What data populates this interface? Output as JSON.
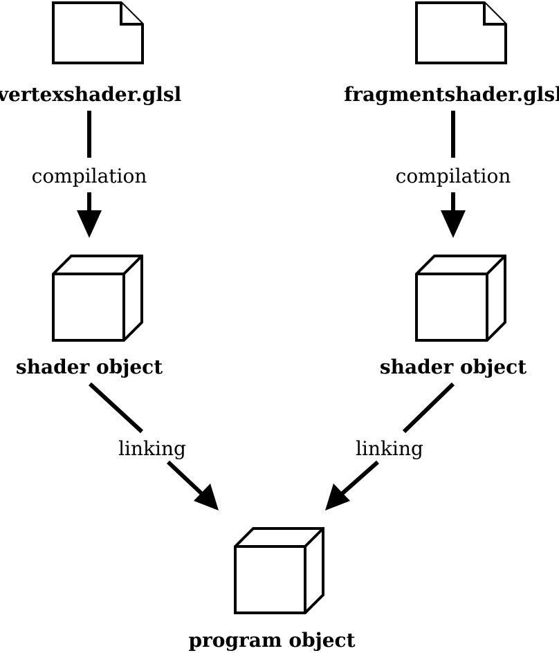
{
  "nodes": {
    "vertex_file": "vertexshader.glsl",
    "fragment_file": "fragmentshader.glsl",
    "vertex_shader_object": "shader object",
    "fragment_shader_object": "shader object",
    "program_object": "program object"
  },
  "edges": {
    "left_compile": "compilation",
    "right_compile": "compilation",
    "left_link": "linking",
    "right_link": "linking"
  },
  "icons": {
    "file": "document-icon",
    "object": "cube-icon"
  },
  "colors": {
    "stroke": "#000000",
    "background": "#ffffff"
  }
}
